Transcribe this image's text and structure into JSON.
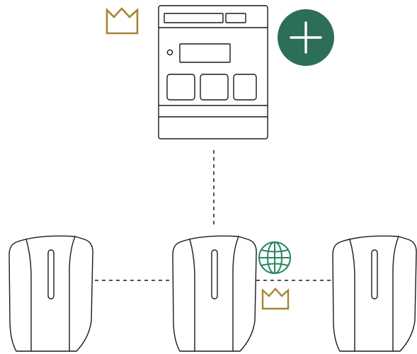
{
  "colors": {
    "outline": "#1a1a1a",
    "crown": "#a88433",
    "add_button": "#2d6e58",
    "globe": "#27855f",
    "background": "#ffffff"
  },
  "nodes": {
    "controller": {
      "icon": "din-rail-controller-icon",
      "badge": "crown-icon"
    },
    "charger_left": {
      "icon": "wallbox-charger-icon"
    },
    "charger_center": {
      "icon": "wallbox-charger-icon",
      "badges": [
        "globe-icon",
        "crown-icon"
      ]
    },
    "charger_right": {
      "icon": "wallbox-charger-icon"
    }
  },
  "actions": {
    "add": {
      "icon": "plus-icon"
    }
  },
  "links": [
    {
      "from": "controller",
      "to": "charger_center",
      "style": "dashed"
    },
    {
      "from": "charger_left",
      "to": "charger_center",
      "style": "dashed"
    },
    {
      "from": "charger_center",
      "to": "charger_right",
      "style": "dashed"
    }
  ]
}
